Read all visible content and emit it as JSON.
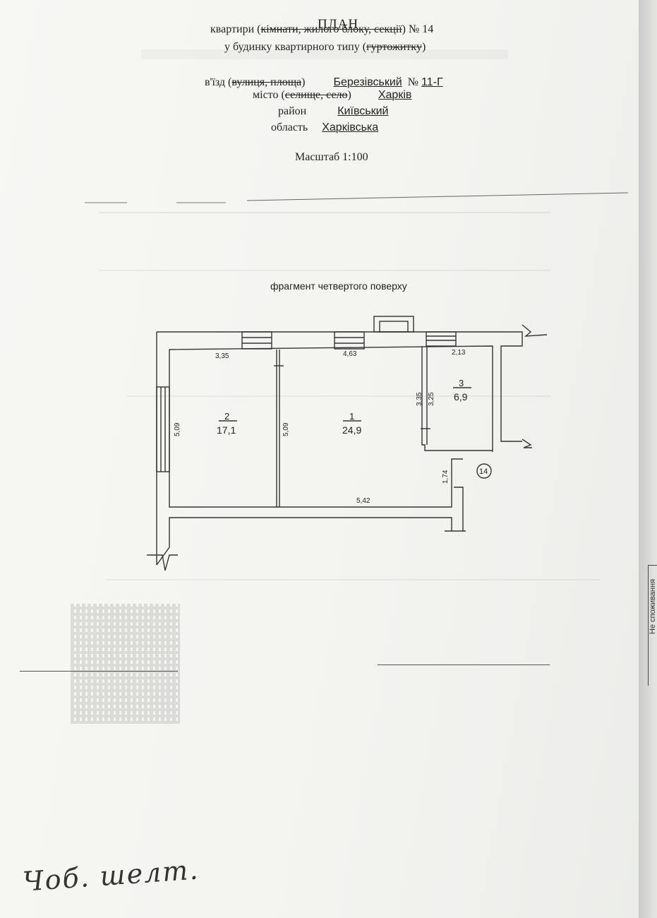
{
  "header": {
    "title": "ПЛАН",
    "line1_prefix": "квартири (",
    "line1_struck": "кімнати, жилого блоку, секції",
    "line1_suffix": ") № 14",
    "line2_prefix": "у будинку квартирного типу (",
    "line2_struck": "гуртожитку",
    "line2_suffix": ")",
    "street_prefix": "в'їзд (",
    "street_struck": "вулиця, площа",
    "street_suffix": ")",
    "street_value": "Березівський",
    "house_label": "№",
    "house_value": "11-Г",
    "city_prefix": "місто (",
    "city_struck": "селище, село",
    "city_suffix": ")",
    "city_value": "Харків",
    "district_label": "район",
    "district_value": "Київський",
    "region_label": "область",
    "region_value": "Харківська",
    "scale": "Масштаб 1:100"
  },
  "plan": {
    "caption": "фрагмент четвертого поверху",
    "apartment_number": "14",
    "rooms": [
      {
        "number": "2",
        "area": "17,1"
      },
      {
        "number": "1",
        "area": "24,9"
      },
      {
        "number": "3",
        "area": "6,9"
      }
    ],
    "dimensions": {
      "room2_width": "3,35",
      "room2_height": "5,09",
      "room1_width": "4,63",
      "room1_height": "5,09",
      "room1_inner_height": "3,35",
      "room3_width": "2,13",
      "room3_height": "3,25",
      "bottom_length": "5,42",
      "corridor_height": "1,74"
    }
  },
  "handwriting": "Чоб. шелт.",
  "sidebar_stamp": "Не споживання"
}
